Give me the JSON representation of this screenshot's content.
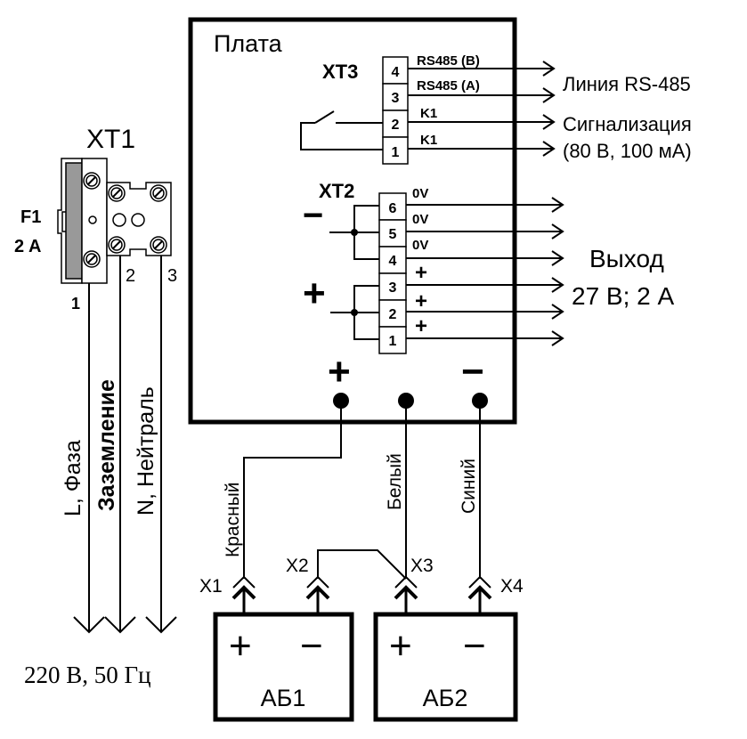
{
  "board": {
    "title": "Плата",
    "plus_sign": "+",
    "minus_sign": "−"
  },
  "xt1": {
    "title": "XT1",
    "fuse_label": "F1",
    "fuse_rating": "2 A",
    "pins": [
      "1",
      "2",
      "3"
    ],
    "wires": [
      "L, Фаза",
      "Заземление",
      "N, Нейтраль"
    ],
    "supply_label": "220 В, 50 Гц"
  },
  "xt3": {
    "title": "XT3",
    "pins": [
      {
        "num": "4",
        "signal": "RS485 (B)"
      },
      {
        "num": "3",
        "signal": "RS485 (A)"
      },
      {
        "num": "2",
        "signal": "K1"
      },
      {
        "num": "1",
        "signal": "K1"
      }
    ],
    "rs485_label": "Линия RS-485",
    "alarm_label": "Сигнализация",
    "alarm_rating": "(80 В, 100 мА)"
  },
  "xt2": {
    "title": "XT2",
    "minus_group": "−",
    "plus_group": "+",
    "pins": [
      {
        "num": "6",
        "signal": "0V"
      },
      {
        "num": "5",
        "signal": "0V"
      },
      {
        "num": "4",
        "signal": "0V"
      },
      {
        "num": "3",
        "signal": "+"
      },
      {
        "num": "2",
        "signal": "+"
      },
      {
        "num": "1",
        "signal": "+"
      }
    ],
    "output_label": "Выход",
    "output_rating": "27 В; 2 А"
  },
  "battery_wires": {
    "red": "Красный",
    "white": "Белый",
    "blue": "Синий"
  },
  "connectors": [
    "X1",
    "X2",
    "X3",
    "X4"
  ],
  "batteries": [
    {
      "name": "АБ1",
      "plus": "+",
      "minus": "−"
    },
    {
      "name": "АБ2",
      "plus": "+",
      "minus": "−"
    }
  ]
}
